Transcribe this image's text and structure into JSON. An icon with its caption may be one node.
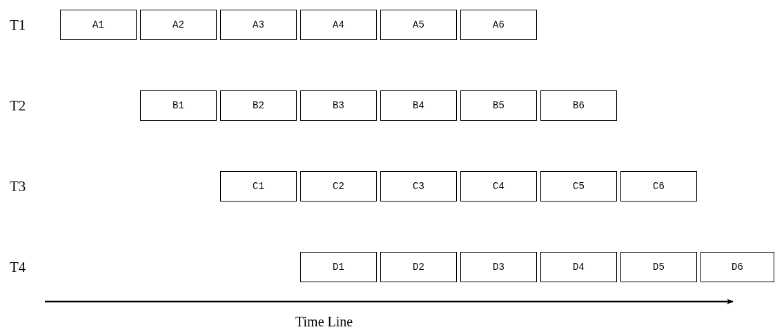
{
  "diagram": {
    "nodes": [
      {
        "text": [
          "A1"
        ]
      },
      {
        "text": [
          "A2"
        ]
      },
      {
        "text": [
          "A3"
        ]
      },
      {
        "text": [
          "A4"
        ]
      },
      {
        "text": [
          "A5"
        ]
      },
      {
        "text": [
          "A6"
        ]
      },
      {
        "text": [
          "B1"
        ]
      },
      {
        "text": [
          "B2"
        ]
      },
      {
        "text": [
          "B3"
        ]
      },
      {
        "text": [
          "B4"
        ]
      },
      {
        "text": [
          "B5"
        ]
      },
      {
        "text": [
          "B6"
        ]
      },
      {
        "text": [
          "C1"
        ]
      },
      {
        "text": [
          "C2"
        ]
      },
      {
        "text": [
          "C3"
        ]
      },
      {
        "text": [
          "C4"
        ]
      },
      {
        "text": [
          "C5"
        ]
      },
      {
        "text": [
          "C6"
        ]
      },
      {
        "text": [
          "D1"
        ]
      },
      {
        "text": [
          "D2"
        ]
      },
      {
        "text": [
          "D3"
        ]
      },
      {
        "text": [
          "D4"
        ]
      },
      {
        "text": [
          "D5"
        ]
      },
      {
        "text": [
          "D6"
        ]
      }
    ],
    "labels": [
      "T1",
      "T2",
      "T3",
      "T4",
      "Time Line"
    ]
  }
}
